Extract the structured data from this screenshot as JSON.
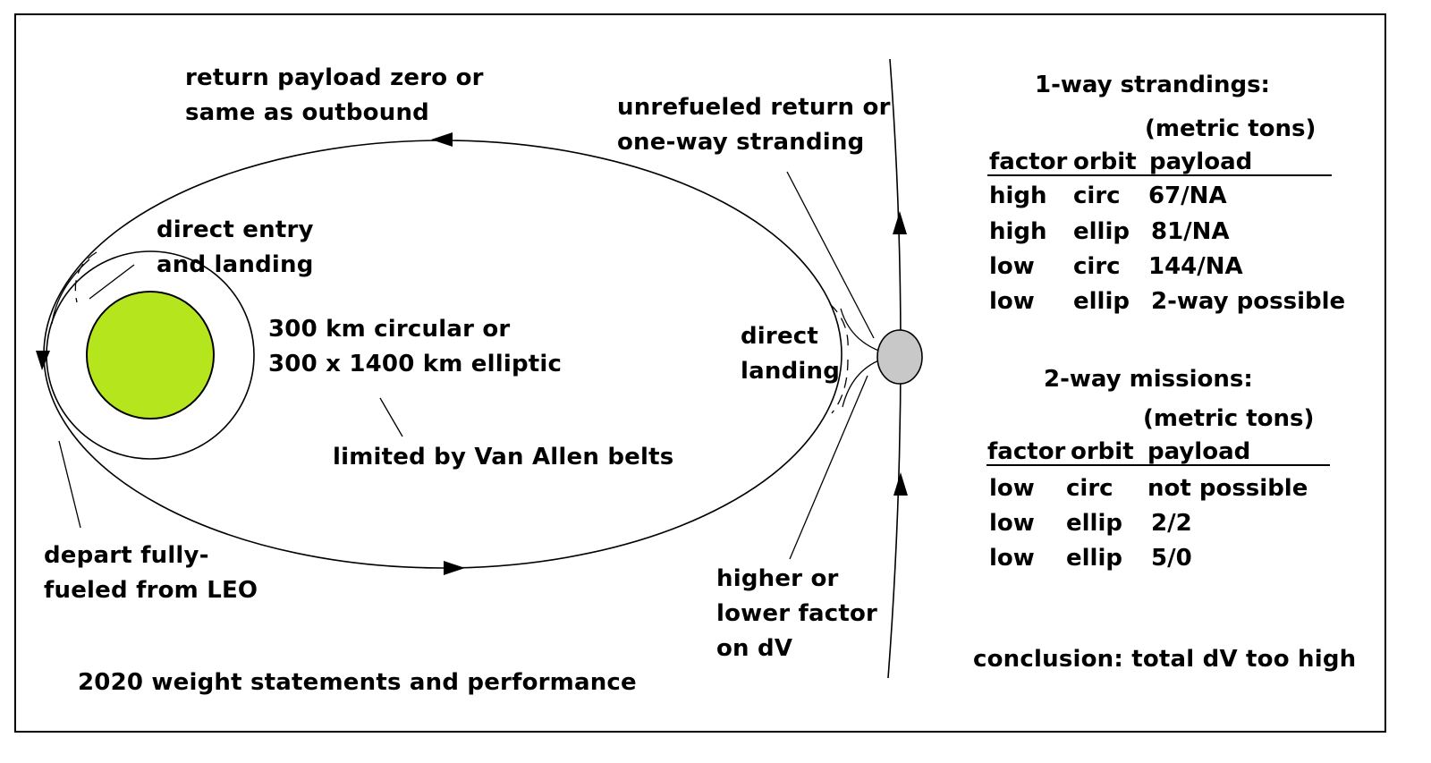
{
  "diagram": {
    "labels": {
      "return_payload": [
        "return payload zero or",
        "same as outbound"
      ],
      "unrefueled": [
        "unrefueled return or",
        "one-way stranding"
      ],
      "direct_entry": [
        "direct entry",
        "and landing"
      ],
      "leo_orbit": [
        "300 km circular or",
        "300 x 1400 km elliptic"
      ],
      "van_allen": "limited by Van Allen belts",
      "direct_landing": [
        "direct",
        "landing"
      ],
      "depart": [
        "depart fully-",
        "fueled from LEO"
      ],
      "higher_lower": [
        "higher or",
        "lower factor",
        "on dV"
      ],
      "footer": "2020 weight statements and performance",
      "conclusion": "conclusion: total dV too high"
    },
    "colors": {
      "earth": "#b5e61d",
      "moon": "#c8c8c8",
      "lines": "#000000"
    }
  },
  "strandings": {
    "title": "1-way strandings:",
    "units": "(metric tons)",
    "columns": [
      "factor",
      "orbit",
      "payload"
    ],
    "rows": [
      [
        "high",
        "circ",
        "67/NA"
      ],
      [
        "high",
        "ellip",
        "81/NA"
      ],
      [
        "low",
        "circ",
        "144/NA"
      ],
      [
        "low",
        "ellip",
        "2-way possible"
      ]
    ]
  },
  "missions": {
    "title": "2-way missions:",
    "units": "(metric tons)",
    "columns": [
      "factor",
      "orbit",
      "payload"
    ],
    "rows": [
      [
        "low",
        "circ",
        "not possible"
      ],
      [
        "low",
        "ellip",
        "2/2"
      ],
      [
        "low",
        "ellip",
        "5/0"
      ]
    ]
  }
}
